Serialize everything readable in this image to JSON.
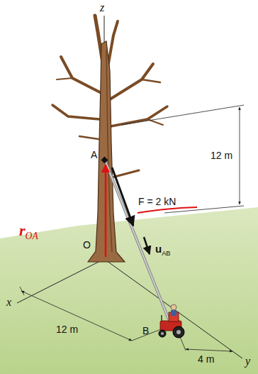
{
  "diagram": {
    "labels": [
      "z",
      "A",
      "12 m",
      "F = 2 kN",
      "uAB",
      "rOA",
      "O",
      "x",
      "12 m",
      "B",
      "4 m",
      "y"
    ]
  }
}
